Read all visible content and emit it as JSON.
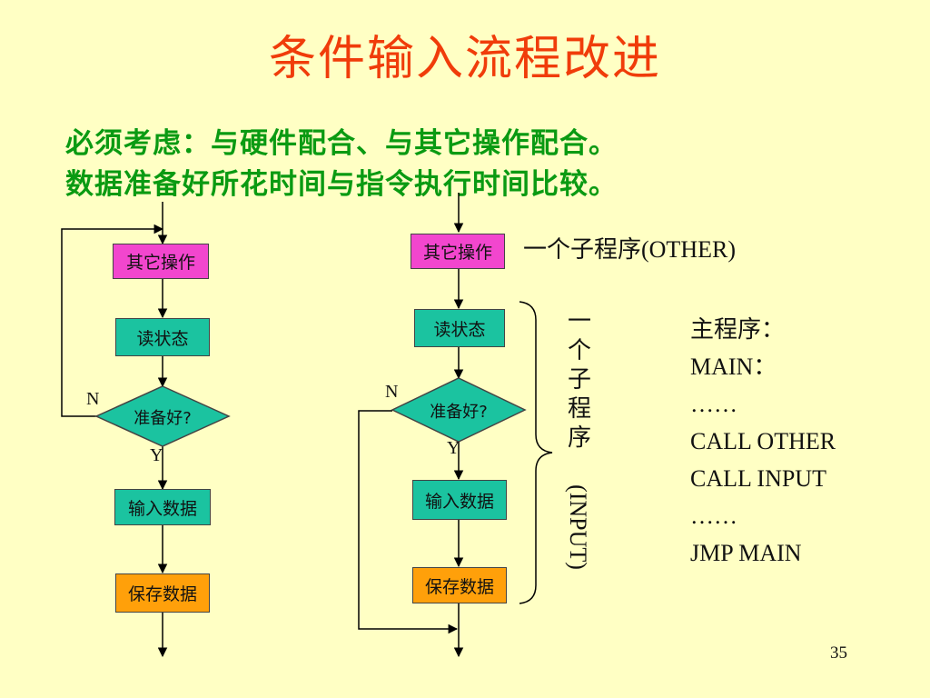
{
  "title": "条件输入流程改进",
  "notes": [
    "必须考虑：与硬件配合、与其它操作配合。",
    "数据准备好所花时间与指令执行时间比较。"
  ],
  "left_flow": {
    "other_op": "其它操作",
    "read_status": "读状态",
    "ready": "准备好?",
    "input_data": "输入数据",
    "save_data": "保存数据",
    "no_label": "N",
    "yes_label": "Y"
  },
  "right_flow": {
    "other_op": "其它操作",
    "read_status": "读状态",
    "ready": "准备好?",
    "input_data": "输入数据",
    "save_data": "保存数据",
    "no_label": "N",
    "yes_label": "Y"
  },
  "subroutine_other_label": "一个子程序(OTHER)",
  "subroutine_input_label": [
    "一",
    "个",
    "子",
    "程",
    "序",
    "(INPUT)"
  ],
  "main_program": {
    "heading": "主程序：",
    "lines": [
      "MAIN：",
      "……",
      "CALL  OTHER",
      "CALL  INPUT",
      "……",
      "JMP MAIN"
    ]
  },
  "page_number": "35",
  "colors": {
    "background": "#FFFFC4",
    "title": "#F03C0A",
    "notes": "#0A9A12",
    "pink_box": "#F246CE",
    "teal_box": "#1BC3A0",
    "orange_box": "#FFA00A"
  }
}
